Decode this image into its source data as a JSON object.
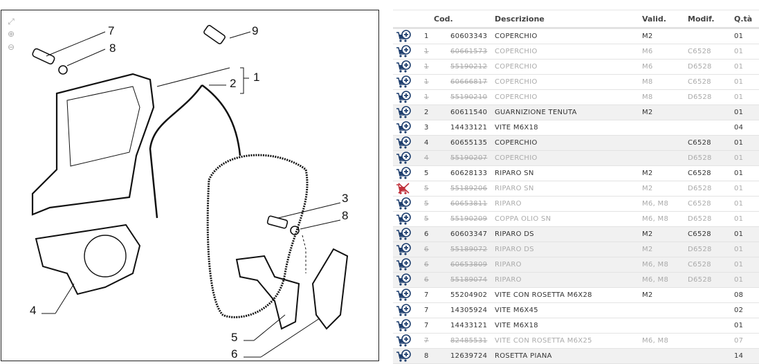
{
  "diagram": {
    "tools": [
      {
        "name": "fit-icon",
        "glyph": "⤢"
      },
      {
        "name": "zoom-in-icon",
        "glyph": "⊕"
      },
      {
        "name": "zoom-out-icon",
        "glyph": "⊖"
      }
    ],
    "callouts": [
      "7",
      "8",
      "9",
      "1",
      "2",
      "3",
      "8",
      "4",
      "5",
      "6"
    ]
  },
  "table": {
    "headers": {
      "code": "Cod.",
      "desc": "Descrizione",
      "valid": "Valid.",
      "modif": "Modif.",
      "qty": "Q.tà"
    },
    "colors": {
      "cart": "#1f3f6e",
      "cart_disabled": "#c0303a",
      "obsolete_text": "#aaaaaa",
      "alt_row": "#f1f1f1"
    },
    "rows": [
      {
        "num": "1",
        "code": "60603343",
        "desc": "COPERCHIO",
        "valid": "M2",
        "modif": "",
        "qty": "01",
        "obsolete": false,
        "alt": false,
        "cart": "add"
      },
      {
        "num": "1",
        "code": "60661573",
        "desc": "COPERCHIO",
        "valid": "M6",
        "modif": "C6528",
        "qty": "01",
        "obsolete": true,
        "alt": false,
        "cart": "add"
      },
      {
        "num": "1",
        "code": "55190212",
        "desc": "COPERCHIO",
        "valid": "M6",
        "modif": "D6528",
        "qty": "01",
        "obsolete": true,
        "alt": false,
        "cart": "add"
      },
      {
        "num": "1",
        "code": "60666817",
        "desc": "COPERCHIO",
        "valid": "M8",
        "modif": "C6528",
        "qty": "01",
        "obsolete": true,
        "alt": false,
        "cart": "add"
      },
      {
        "num": "1",
        "code": "55190210",
        "desc": "COPERCHIO",
        "valid": "M8",
        "modif": "D6528",
        "qty": "01",
        "obsolete": true,
        "alt": false,
        "cart": "add"
      },
      {
        "num": "2",
        "code": "60611540",
        "desc": "GUARNIZIONE TENUTA",
        "valid": "M2",
        "modif": "",
        "qty": "01",
        "obsolete": false,
        "alt": true,
        "cart": "add"
      },
      {
        "num": "3",
        "code": "14433121",
        "desc": "VITE M6X18",
        "valid": "",
        "modif": "",
        "qty": "04",
        "obsolete": false,
        "alt": false,
        "cart": "add"
      },
      {
        "num": "4",
        "code": "60655135",
        "desc": "COPERCHIO",
        "valid": "",
        "modif": "C6528",
        "qty": "01",
        "obsolete": false,
        "alt": true,
        "cart": "add"
      },
      {
        "num": "4",
        "code": "55190207",
        "desc": "COPERCHIO",
        "valid": "",
        "modif": "D6528",
        "qty": "01",
        "obsolete": true,
        "alt": true,
        "cart": "add"
      },
      {
        "num": "5",
        "code": "60628133",
        "desc": "RIPARO SN",
        "valid": "M2",
        "modif": "C6528",
        "qty": "01",
        "obsolete": false,
        "alt": false,
        "cart": "add"
      },
      {
        "num": "5",
        "code": "55189206",
        "desc": "RIPARO SN",
        "valid": "M2",
        "modif": "D6528",
        "qty": "01",
        "obsolete": true,
        "alt": false,
        "cart": "unavailable"
      },
      {
        "num": "5",
        "code": "60653811",
        "desc": "RIPARO",
        "valid": "M6, M8",
        "modif": "C6528",
        "qty": "01",
        "obsolete": true,
        "alt": false,
        "cart": "add"
      },
      {
        "num": "5",
        "code": "55190209",
        "desc": "COPPA OLIO SN",
        "valid": "M6, M8",
        "modif": "D6528",
        "qty": "01",
        "obsolete": true,
        "alt": false,
        "cart": "add"
      },
      {
        "num": "6",
        "code": "60603347",
        "desc": "RIPARO DS",
        "valid": "M2",
        "modif": "C6528",
        "qty": "01",
        "obsolete": false,
        "alt": true,
        "cart": "add"
      },
      {
        "num": "6",
        "code": "55189072",
        "desc": "RIPARO DS",
        "valid": "M2",
        "modif": "D6528",
        "qty": "01",
        "obsolete": true,
        "alt": true,
        "cart": "add"
      },
      {
        "num": "6",
        "code": "60653809",
        "desc": "RIPARO",
        "valid": "M6, M8",
        "modif": "C6528",
        "qty": "01",
        "obsolete": true,
        "alt": true,
        "cart": "add"
      },
      {
        "num": "6",
        "code": "55189074",
        "desc": "RIPARO",
        "valid": "M6, M8",
        "modif": "D6528",
        "qty": "01",
        "obsolete": true,
        "alt": true,
        "cart": "add"
      },
      {
        "num": "7",
        "code": "55204902",
        "desc": "VITE CON ROSETTA M6X28",
        "valid": "M2",
        "modif": "",
        "qty": "08",
        "obsolete": false,
        "alt": false,
        "cart": "add"
      },
      {
        "num": "7",
        "code": "14305924",
        "desc": "VITE M6X45",
        "valid": "",
        "modif": "",
        "qty": "02",
        "obsolete": false,
        "alt": false,
        "cart": "add"
      },
      {
        "num": "7",
        "code": "14433121",
        "desc": "VITE M6X18",
        "valid": "",
        "modif": "",
        "qty": "01",
        "obsolete": false,
        "alt": false,
        "cart": "add"
      },
      {
        "num": "7",
        "code": "82485531",
        "desc": "VITE CON ROSETTA M6X25",
        "valid": "M6, M8",
        "modif": "",
        "qty": "07",
        "obsolete": true,
        "alt": false,
        "cart": "add"
      },
      {
        "num": "8",
        "code": "12639724",
        "desc": "ROSETTA PIANA",
        "valid": "",
        "modif": "",
        "qty": "14",
        "obsolete": false,
        "alt": true,
        "cart": "add"
      }
    ]
  }
}
